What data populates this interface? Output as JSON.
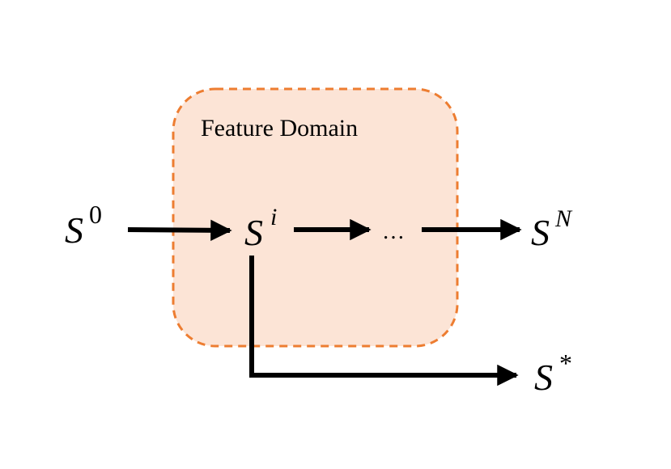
{
  "colors": {
    "region_fill": "#fce4d6",
    "region_border": "#ed7d31",
    "arrow": "#000000",
    "text": "#000000"
  },
  "region": {
    "label": "Feature Domain"
  },
  "nodes": {
    "s0": {
      "base": "S",
      "sup": "0"
    },
    "si": {
      "base": "S",
      "sup": "i"
    },
    "ellipsis": {
      "text": "…"
    },
    "sn": {
      "base": "S",
      "sup": "N"
    },
    "sstar": {
      "base": "S",
      "sup": "*"
    }
  }
}
